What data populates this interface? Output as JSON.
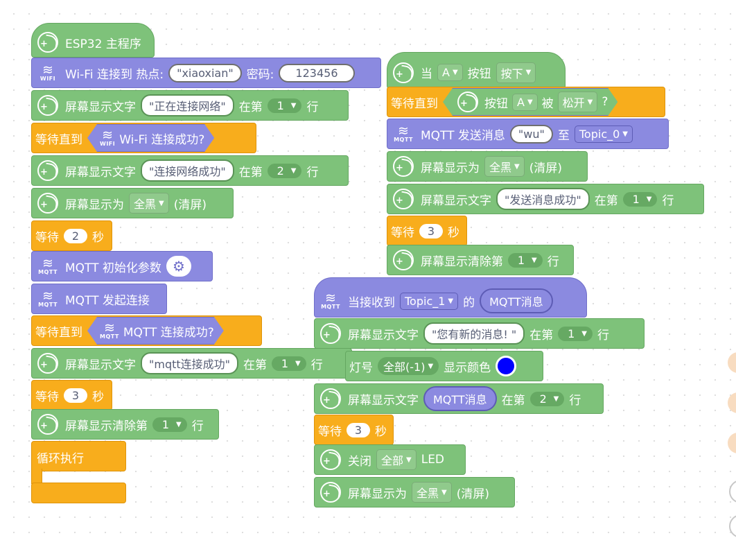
{
  "script1": {
    "hat_label": "ESP32 主程序",
    "wifi_connect": {
      "text": "Wi-Fi 连接到 热点:",
      "ssid": "\"xiaoxian\"",
      "pwd_label": "密码:",
      "pwd": "123456"
    },
    "show_text_1": {
      "label": "屏幕显示文字",
      "text": "\"正在连接网络\"",
      "at": "在第",
      "line": "1",
      "row": "行"
    },
    "wait_until_1": {
      "label": "等待直到",
      "cond": "Wi-Fi 连接成功?"
    },
    "show_text_2": {
      "label": "屏幕显示文字",
      "text": "\"连接网络成功\"",
      "at": "在第",
      "line": "2",
      "row": "行"
    },
    "screen_fill": {
      "label": "屏幕显示为",
      "value": "全黑",
      "suffix": "(清屏)"
    },
    "wait_1": {
      "label": "等待",
      "n": "2",
      "unit": "秒"
    },
    "mqtt_init": "MQTT 初始化参数",
    "mqtt_connect": "MQTT 发起连接",
    "wait_until_2": {
      "label": "等待直到",
      "cond": "MQTT 连接成功?"
    },
    "show_text_3": {
      "label": "屏幕显示文字",
      "text": "\"mqtt连接成功\"",
      "at": "在第",
      "line": "1",
      "row": "行"
    },
    "wait_2": {
      "label": "等待",
      "n": "3",
      "unit": "秒"
    },
    "clear_line": {
      "label": "屏幕显示清除第",
      "line": "1",
      "row": "行"
    },
    "loop": "循环执行"
  },
  "script2": {
    "hat": {
      "when": "当",
      "btn": "A",
      "button": "按钮",
      "state": "按下"
    },
    "wait_until": {
      "label": "等待直到",
      "button": "按钮",
      "btn": "A",
      "is": "被",
      "state": "松开",
      "q": "?"
    },
    "mqtt_send": {
      "label": "MQTT 发送消息",
      "msg": "\"wu\"",
      "to": "至",
      "topic": "Topic_0"
    },
    "screen_fill": {
      "label": "屏幕显示为",
      "value": "全黑",
      "suffix": "(清屏)"
    },
    "show_text": {
      "label": "屏幕显示文字",
      "text": "\"发送消息成功\"",
      "at": "在第",
      "line": "1",
      "row": "行"
    },
    "wait": {
      "label": "等待",
      "n": "3",
      "unit": "秒"
    },
    "clear_line": {
      "label": "屏幕显示清除第",
      "line": "1",
      "row": "行"
    }
  },
  "script3": {
    "hat": {
      "when": "当接收到",
      "topic": "Topic_1",
      "of": "的",
      "msg": "MQTT消息"
    },
    "show_text_1": {
      "label": "屏幕显示文字",
      "text": "\"您有新的消息!  \"",
      "at": "在第",
      "line": "1",
      "row": "行"
    },
    "led": {
      "label": "灯号",
      "which": "全部(-1)",
      "show": "显示颜色"
    },
    "show_text_2": {
      "label": "屏幕显示文字",
      "text": "MQTT消息",
      "at": "在第",
      "line": "2",
      "row": "行"
    },
    "wait": {
      "label": "等待",
      "n": "3",
      "unit": "秒"
    },
    "led_off": {
      "label": "关闭",
      "which": "全部",
      "suffix": "LED"
    },
    "screen_fill": {
      "label": "屏幕显示为",
      "value": "全黑",
      "suffix": "(清屏)"
    }
  },
  "icons": {
    "wifi_text": "WIFI",
    "mqtt_text": "MQTT"
  },
  "colors": {
    "looks": "#7ec27a",
    "network": "#8b8ae0",
    "control": "#f8ad1c",
    "led_color": "#0000ff"
  }
}
